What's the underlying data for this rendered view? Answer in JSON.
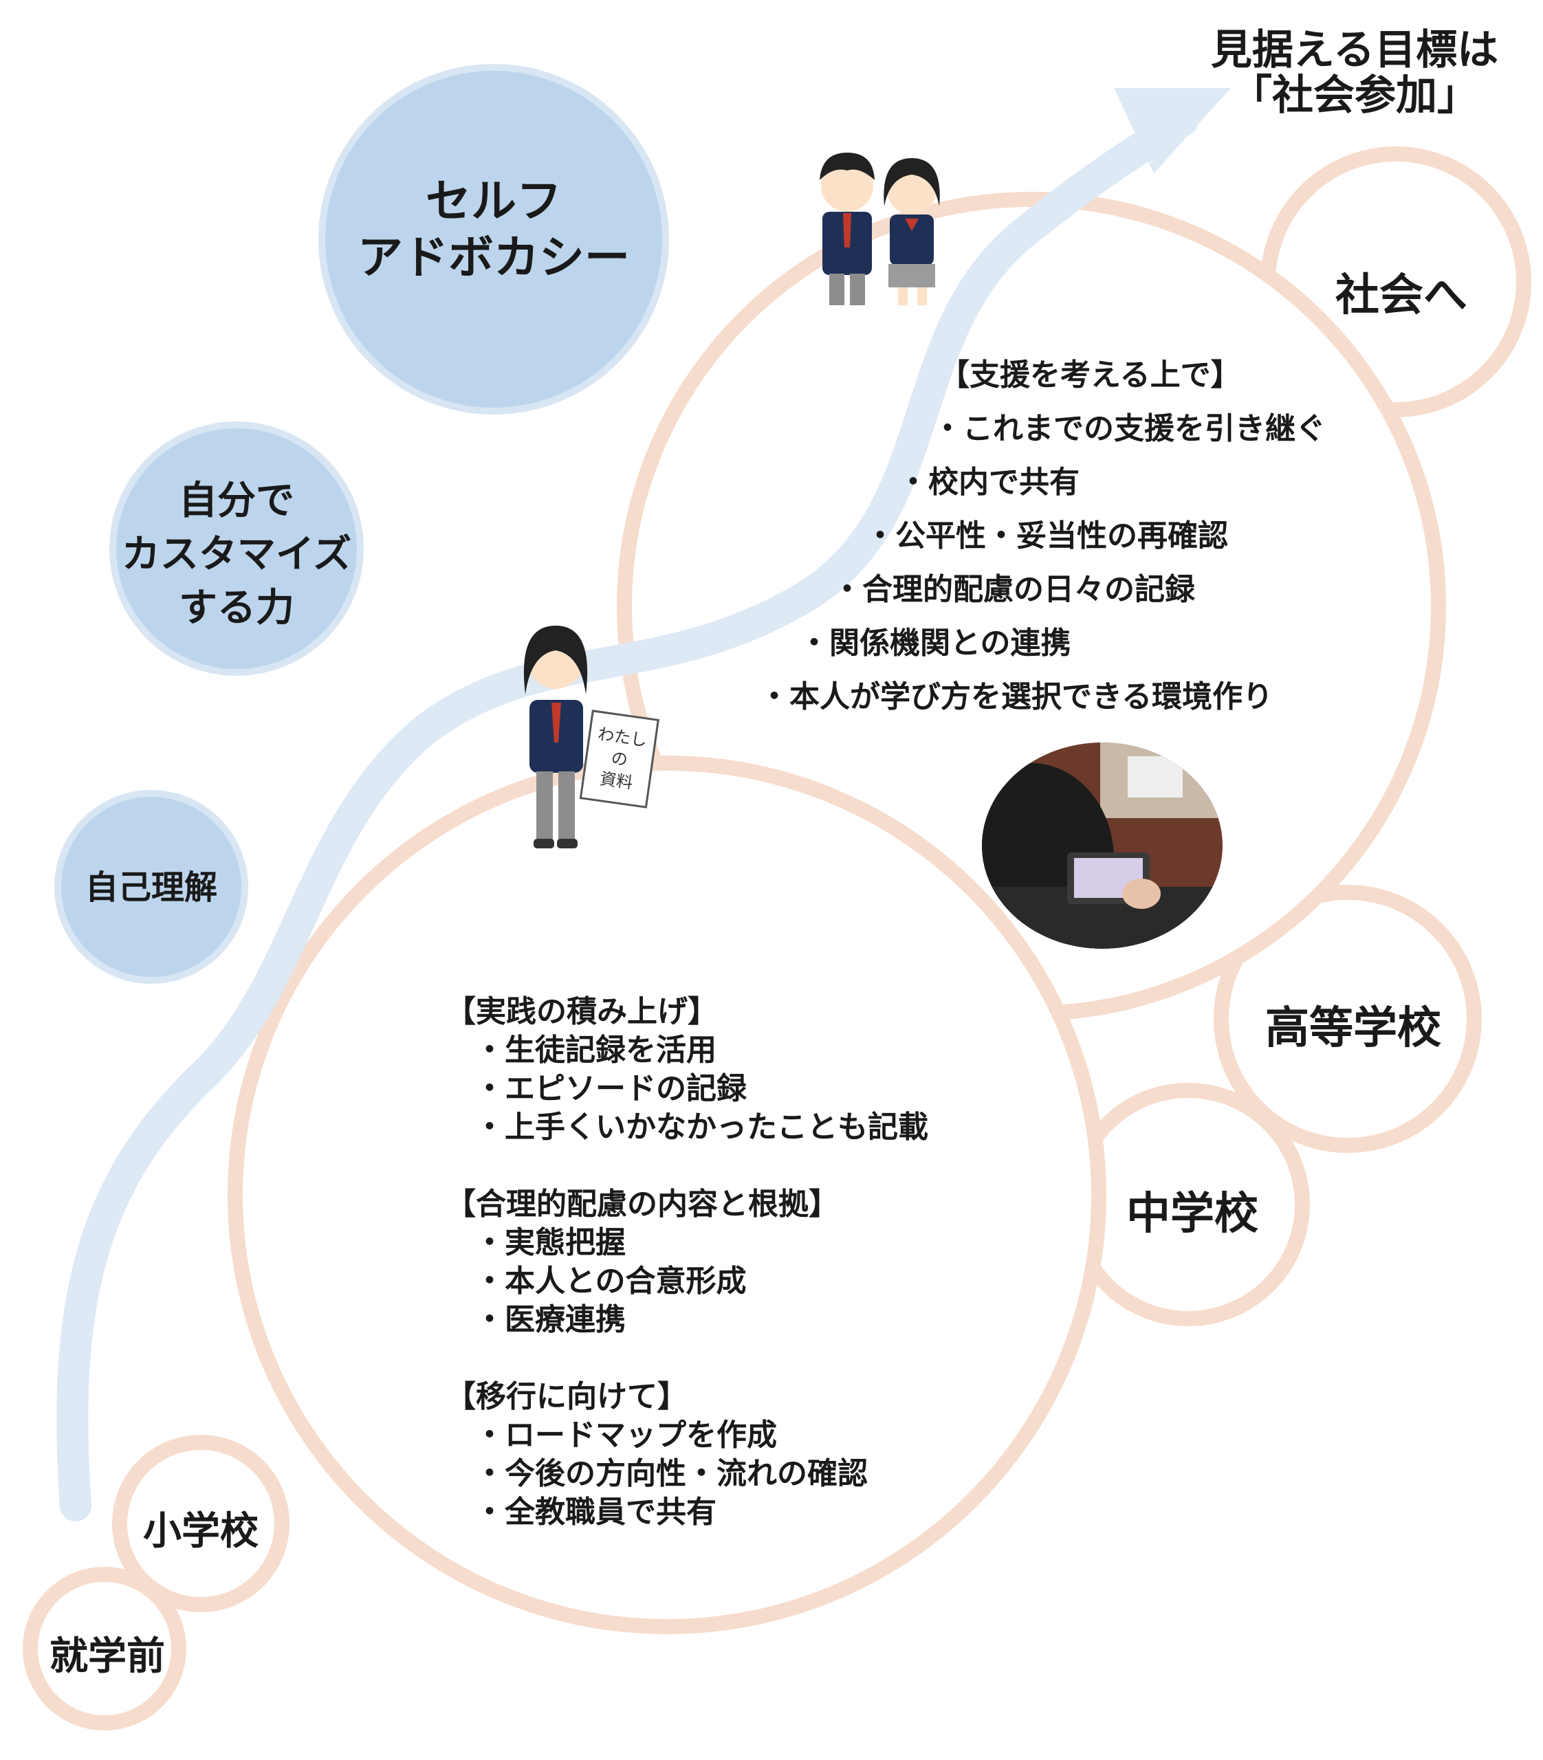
{
  "goal": {
    "line1": "見据える目標は",
    "line2": "「社会参加」"
  },
  "skills": {
    "self_advocacy": {
      "line1": "セルフ",
      "line2": "アドボカシー"
    },
    "customize": {
      "line1": "自分で",
      "line2": "カスタマイズ",
      "line3": "する力"
    },
    "self_understanding": "自己理解"
  },
  "stages": {
    "preschool": "就学前",
    "elementary": "小学校",
    "junior_high": "中学校",
    "high_school": "高等学校",
    "society": "社会へ"
  },
  "high_school_box": {
    "heading": "【支援を考える上で】",
    "items": [
      "・これまでの支援を引き継ぐ",
      "・校内で共有",
      "・公平性・妥当性の再確認",
      "・合理的配慮の日々の記録",
      "・関係機関との連携",
      "・本人が学び方を選択できる環境作り"
    ]
  },
  "junior_high_box": {
    "sections": [
      {
        "heading": "【実践の積み上げ】",
        "items": [
          "・生徒記録を活用",
          "・エピソードの記録",
          "・上手くいかなかったことも記載"
        ]
      },
      {
        "heading": "【合理的配慮の内容と根拠】",
        "items": [
          "・実態把握",
          "・本人との合意形成",
          "・医療連携"
        ]
      },
      {
        "heading": "【移行に向けて】",
        "items": [
          "・ロードマップを作成",
          "・今後の方向性・流れの確認",
          "・全教職員で共有"
        ]
      }
    ]
  },
  "document_sign": {
    "line1": "わたし",
    "line2": "の",
    "line3": "資料"
  },
  "colors": {
    "blue_circle": "#bdd5ec",
    "peach_ring": "#f6dccc",
    "arrow": "#dde9f5"
  }
}
